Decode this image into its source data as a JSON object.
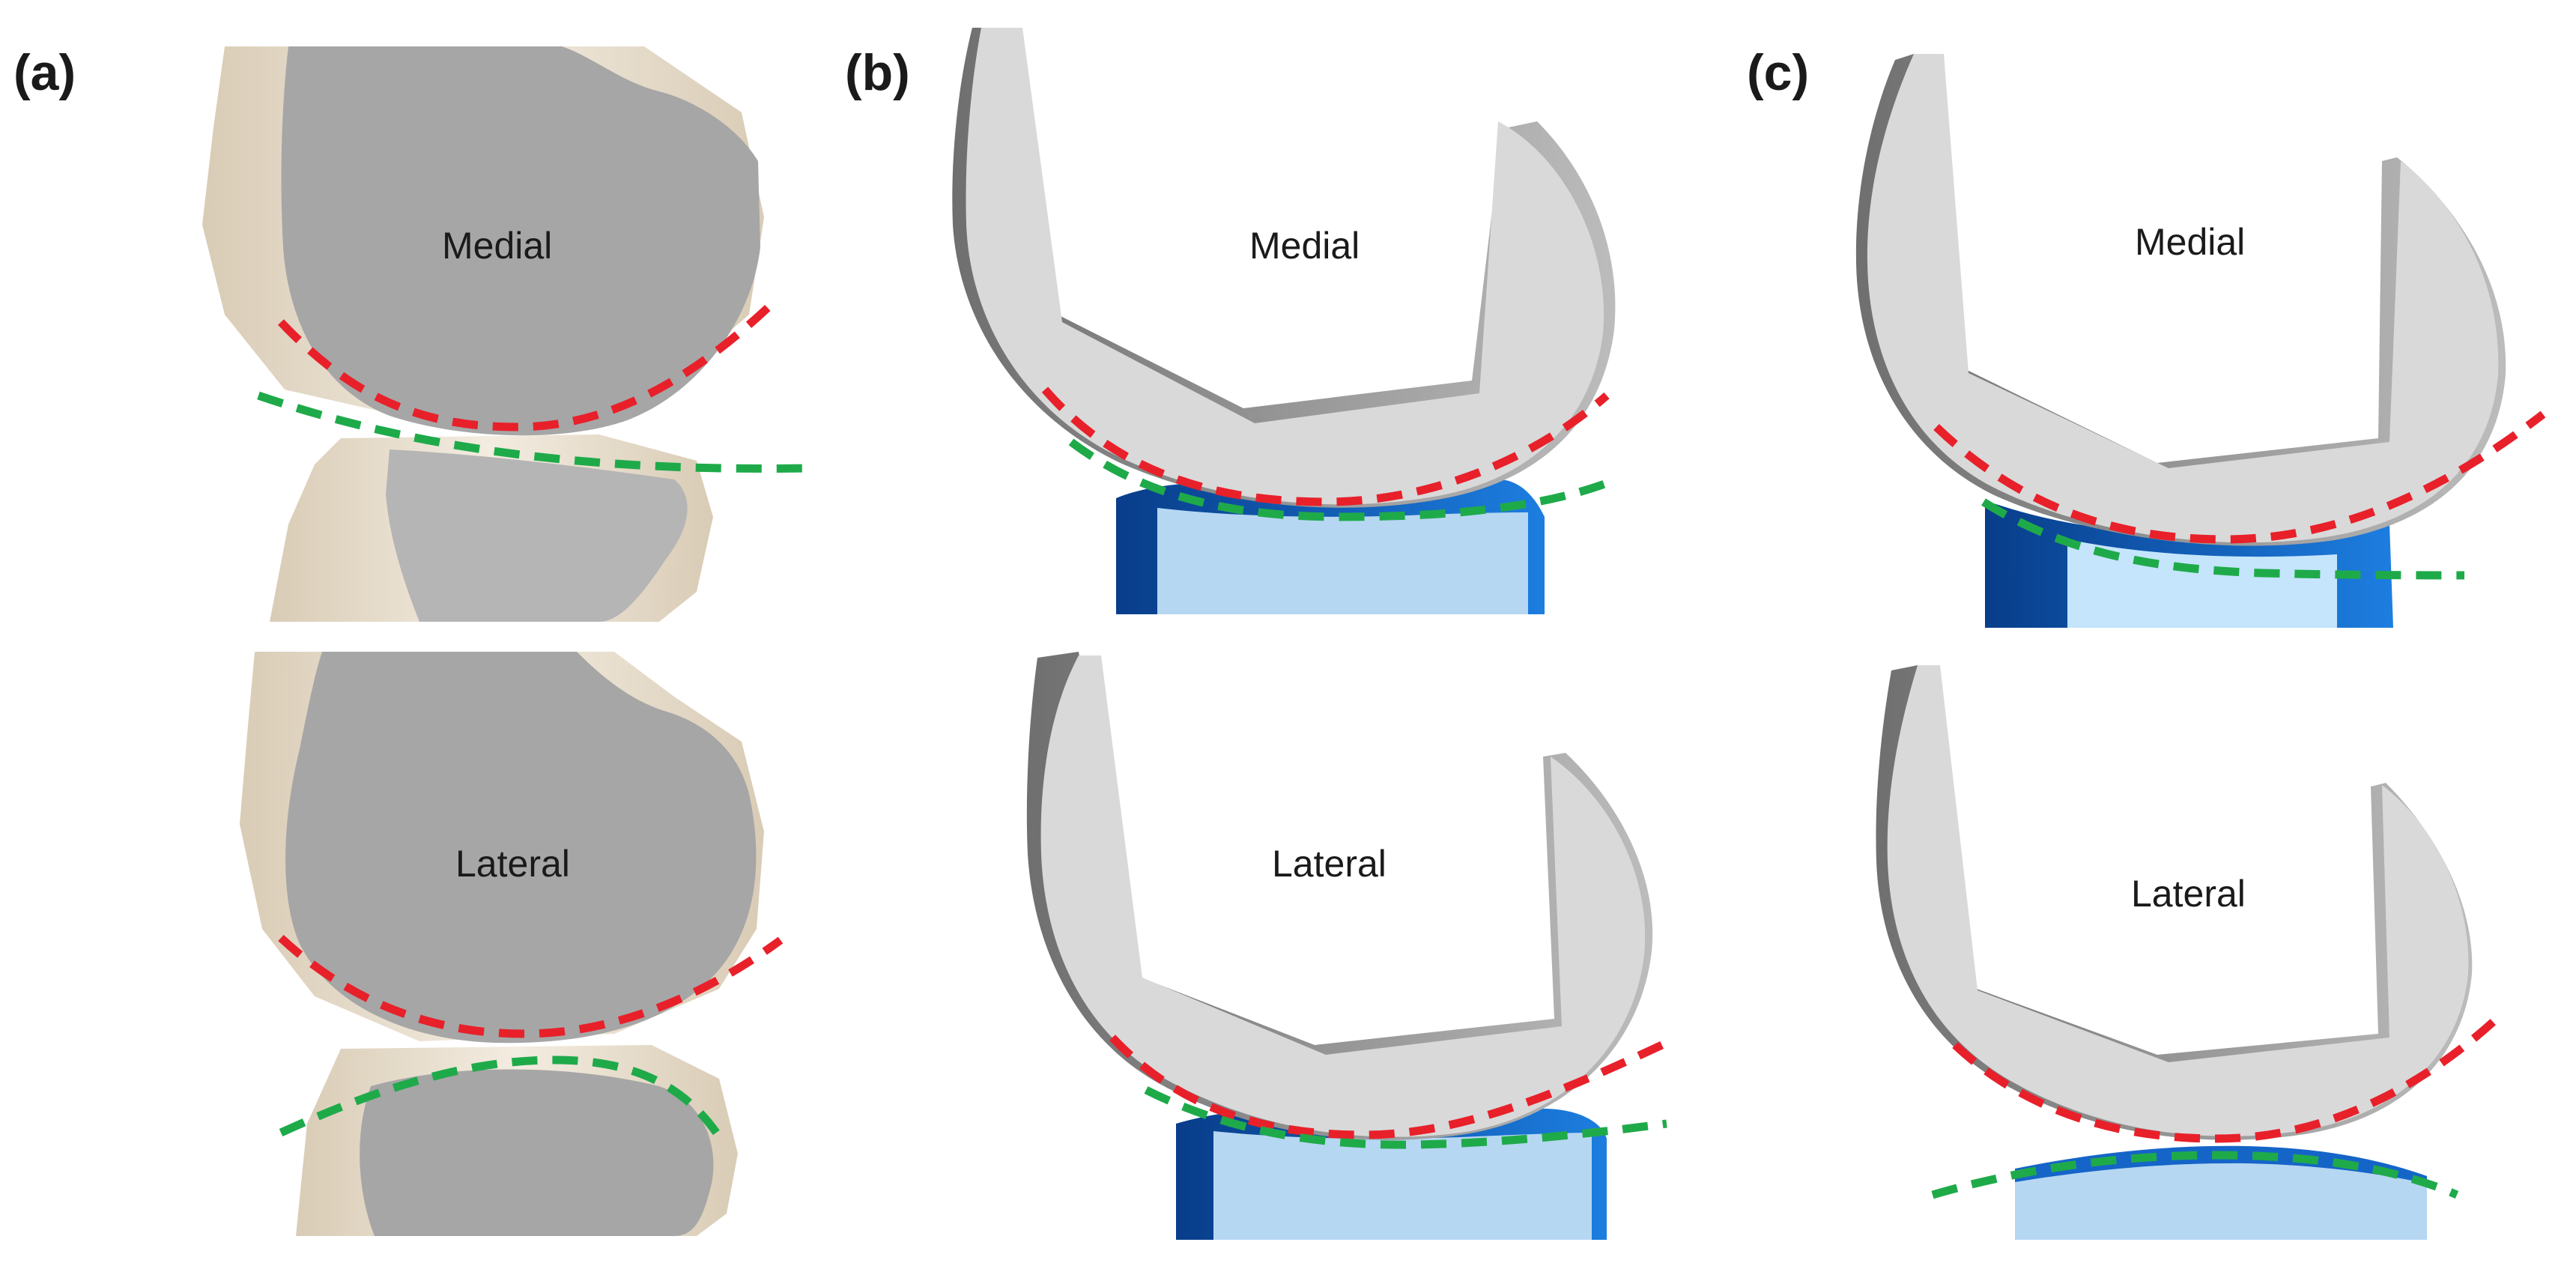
{
  "panels": [
    {
      "label": "(a)",
      "top_label": "Medial",
      "bottom_label": "Lateral"
    },
    {
      "label": "(b)",
      "top_label": "Medial",
      "bottom_label": "Lateral"
    },
    {
      "label": "(c)",
      "top_label": "Medial",
      "bottom_label": "Lateral"
    }
  ],
  "colors": {
    "bone": "#efe6d7",
    "bone_cut": "#a6a6a6",
    "femoral_implant": "#d9d9d9",
    "femoral_implant_edge": "#707070",
    "tibial_insert_light": "#b6d7f2",
    "tibial_insert_dark": "#0d63c8",
    "femoral_curve": "#e8202a",
    "tibial_curve": "#1faa4a"
  }
}
